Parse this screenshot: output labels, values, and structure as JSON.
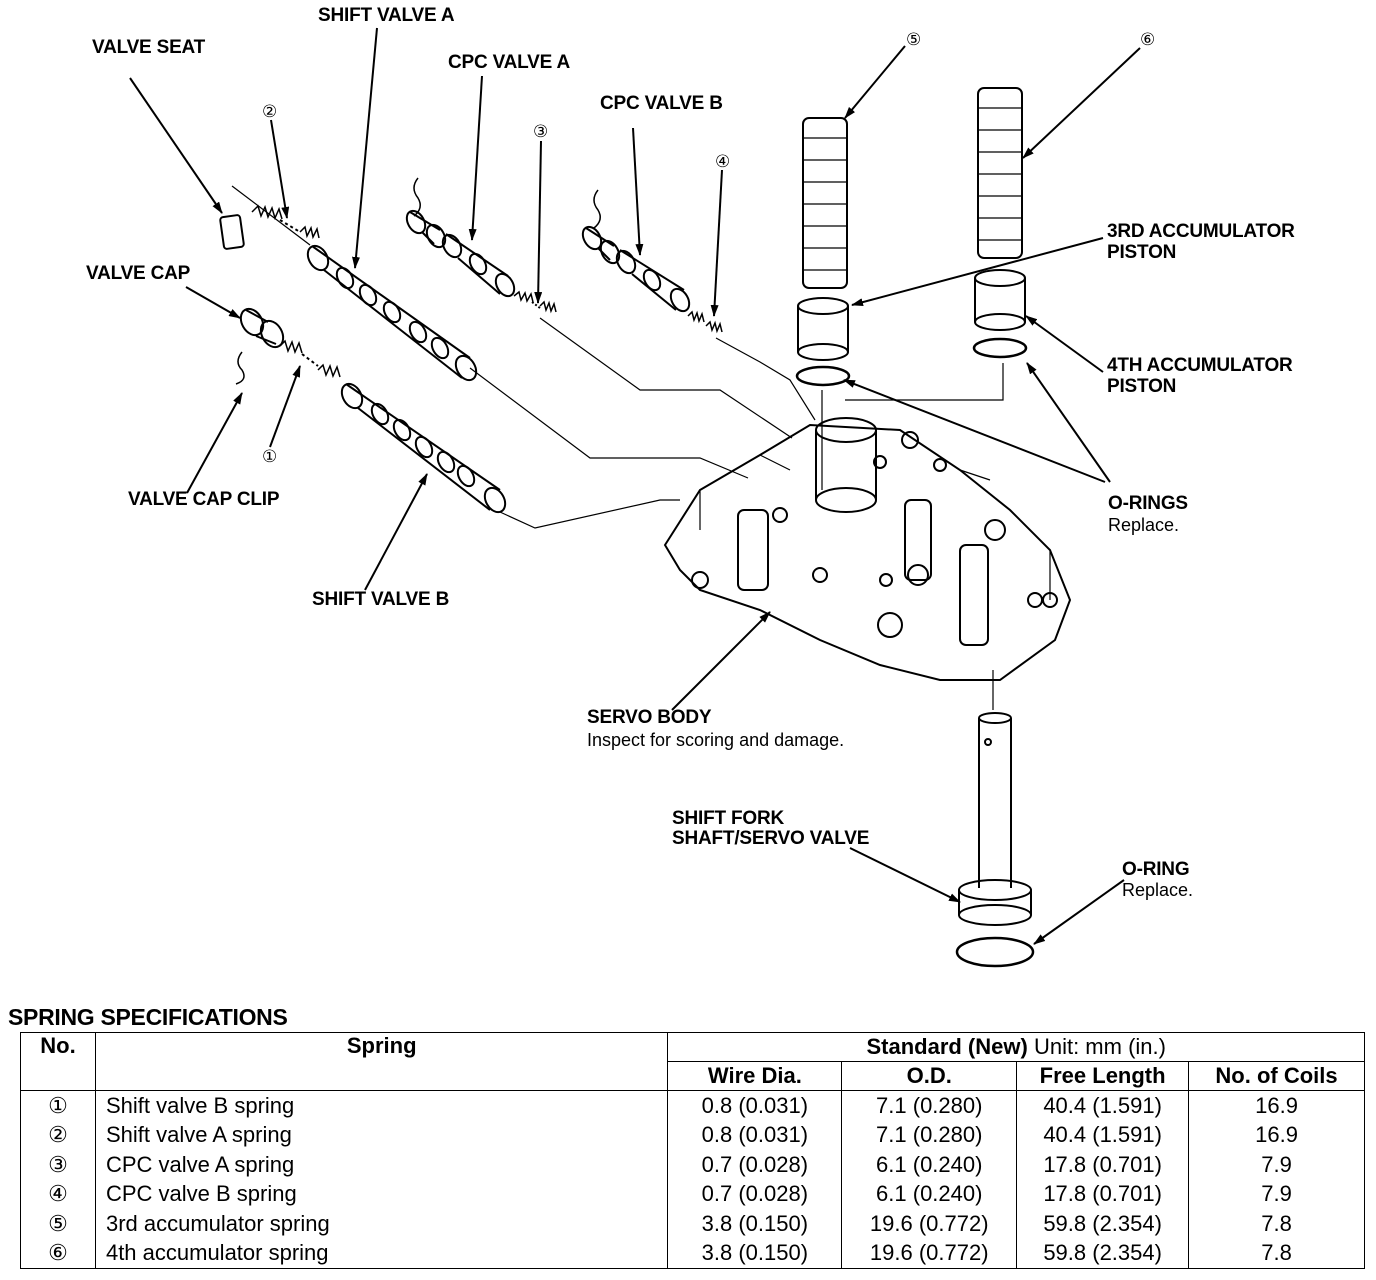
{
  "labels": {
    "shift_valve_a": "SHIFT VALVE A",
    "valve_seat": "VALVE SEAT",
    "cpc_valve_a": "CPC VALVE A",
    "cpc_valve_b": "CPC VALVE B",
    "valve_cap": "VALVE CAP",
    "valve_cap_clip": "VALVE CAP CLIP",
    "shift_valve_b": "SHIFT VALVE B",
    "acc3_line1": "3RD ACCUMULATOR",
    "acc3_line2": "PISTON",
    "acc4_line1": "4TH ACCUMULATOR",
    "acc4_line2": "PISTON",
    "orings": "O-RINGS",
    "orings_note": "Replace.",
    "servo_body": "SERVO BODY",
    "servo_body_note": "Inspect for scoring and damage.",
    "shift_fork_line1": "SHIFT FORK",
    "shift_fork_line2": "SHAFT/SERVO VALVE",
    "oring": "O-RING",
    "oring_note": "Replace."
  },
  "callouts": {
    "n1": "①",
    "n2": "②",
    "n3": "③",
    "n4": "④",
    "n5": "⑤",
    "n6": "⑥"
  },
  "spec": {
    "title": "SPRING SPECIFICATIONS",
    "headers": {
      "no": "No.",
      "spring": "Spring",
      "standard": "Standard (New)",
      "unit": "Unit: mm (in.)",
      "wire": "Wire Dia.",
      "od": "O.D.",
      "free": "Free Length",
      "coils": "No. of Coils"
    },
    "rows": [
      {
        "no": "①",
        "spring": "Shift valve B spring",
        "wire": "0.8 (0.031)",
        "od": "7.1 (0.280)",
        "free": "40.4 (1.591)",
        "coils": "16.9"
      },
      {
        "no": "②",
        "spring": "Shift valve A spring",
        "wire": "0.8 (0.031)",
        "od": "7.1 (0.280)",
        "free": "40.4 (1.591)",
        "coils": "16.9"
      },
      {
        "no": "③",
        "spring": "CPC valve A spring",
        "wire": "0.7 (0.028)",
        "od": "6.1 (0.240)",
        "free": "17.8 (0.701)",
        "coils": "7.9"
      },
      {
        "no": "④",
        "spring": "CPC valve B spring",
        "wire": "0.7 (0.028)",
        "od": "6.1 (0.240)",
        "free": "17.8 (0.701)",
        "coils": "7.9"
      },
      {
        "no": "⑤",
        "spring": "3rd accumulator spring",
        "wire": "3.8 (0.150)",
        "od": "19.6 (0.772)",
        "free": "59.8 (2.354)",
        "coils": "7.8"
      },
      {
        "no": "⑥",
        "spring": "4th accumulator spring",
        "wire": "3.8 (0.150)",
        "od": "19.6 (0.772)",
        "free": "59.8 (2.354)",
        "coils": "7.8"
      }
    ]
  }
}
